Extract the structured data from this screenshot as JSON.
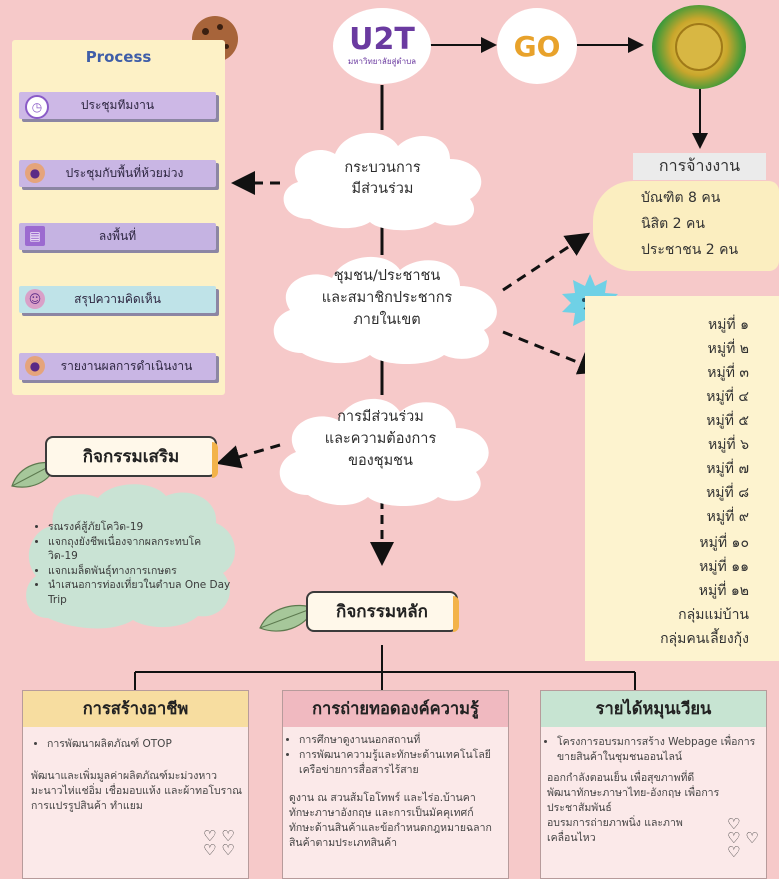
{
  "process": {
    "title": "Process",
    "steps": [
      {
        "label": "ประชุมทีมงาน",
        "icon": "clock-icon",
        "color": "#cdb8e6"
      },
      {
        "label": "ประชุมกับพื้นที่ห้วยม่วง",
        "icon": "person-icon",
        "color": "#c9b6e4"
      },
      {
        "label": "ลงพื้นที่",
        "icon": "presenter-icon",
        "color": "#c5b3e2"
      },
      {
        "label": "สรุปความคิดเห็น",
        "icon": "people-icon",
        "color": "#bfe3e8"
      },
      {
        "label": "รายงานผลการดำเนินงาน",
        "icon": "worker-icon",
        "color": "#c9b6e4"
      }
    ]
  },
  "logos": {
    "u2t": {
      "text": "U2T",
      "subtext": "มหาวิทยาลัยสู่ตำบล"
    },
    "go": {
      "text": "GO"
    },
    "seal": {
      "icon": "university-seal-icon"
    }
  },
  "center": {
    "process_cloud": [
      "กระบวนการ",
      "มีส่วนร่วม"
    ],
    "community_cloud": [
      "ชุมชน/ประชาชน",
      "และสมาชิกประชากร",
      "ภายในเขต"
    ],
    "needs_cloud": [
      "การมีส่วนร่วม",
      "และความต้องการ",
      "ของชุมชน"
    ]
  },
  "hiring": {
    "title": "การจ้างงาน",
    "lines": [
      "บัณฑิต 8 คน",
      "นิสิต 2 คน",
      "ประชาชน 2 คน"
    ]
  },
  "villages": [
    "หมู่ที่ ๑",
    "หมู่ที่ ๒",
    "หมู่ที่ ๓",
    "หมู่ที่ ๔",
    "หมู่ที่ ๕",
    "หมู่ที่ ๖",
    "หมู่ที่ ๗",
    "หมู่ที่ ๘",
    "หมู่ที่ ๙",
    "หมู่ที่ ๑๐",
    "หมู่ที่ ๑๑",
    "หมู่ที่ ๑๒",
    "กลุ่มแม่บ้าน",
    "กลุ่มคนเลี้ยงกุ้ง"
  ],
  "extra_activities": {
    "title": "กิจกรรมเสริม",
    "items": [
      "รณรงค์สู้ภัยโควิด-19",
      "แจกถุงยังชีพเนื่องจากผลกระทบโควิด-19",
      "แจกเมล็ดพันธุ์ทางการเกษตร",
      "นำเสนอการท่องเที่ยวในตำบล One Day Trip"
    ]
  },
  "main_activities": {
    "title": "กิจกรรมหลัก"
  },
  "boxes": {
    "career": {
      "title": "การสร้างอาชีพ",
      "color": "#f7dda0",
      "bullet": "การพัฒนาผลิตภัณฑ์ OTOP",
      "dashes": [
        "พัฒนาและเพิ่มมูลค่าผลิตภัณฑ์มะม่วงหาวมะนาวไห่แช่อิ่ม เชื่อมอบแห้ง และผ้าทอโบราณ",
        "การแปรรูปสินค้า ทำแยม"
      ]
    },
    "knowledge": {
      "title": "การถ่ายทอดองค์ความรู้",
      "color": "#f0b9c0",
      "bullets": [
        "การศึกษาดูงานนอกสถานที่",
        "การพัฒนาความรู้และทักษะด้านเทคโนโลยีเครือข่ายการสื่อสารไร้สาย"
      ],
      "dashes": [
        "ดูงาน ณ สวนส้มโอโทพร์ และไร่อ.บ้านคา",
        "ทักษะภาษาอังกฤษ และการเป็นมัคคุเทศก์",
        "ทักษะด้านสินค้าและข้อกำหนดกฎหมายฉลากสินค้าตามประเภทสินค้า"
      ]
    },
    "income": {
      "title": "รายได้หมุนเวียน",
      "color": "#c7e4d2",
      "bullet": "โครงการอบรมการสร้าง Webpage เพื่อการขายสินค้าในชุมชนออนไลน์",
      "dashes": [
        "ออกกำลังตอนเย็น เพื่อสุขภาพที่ดี",
        "พัฒนาทักษะภาษาไทย-อังกฤษ เพื่อการประชาสัมพันธ์",
        "อบรมการถ่ายภาพนิ่ง และภาพเคลื่อนไหว"
      ]
    }
  }
}
